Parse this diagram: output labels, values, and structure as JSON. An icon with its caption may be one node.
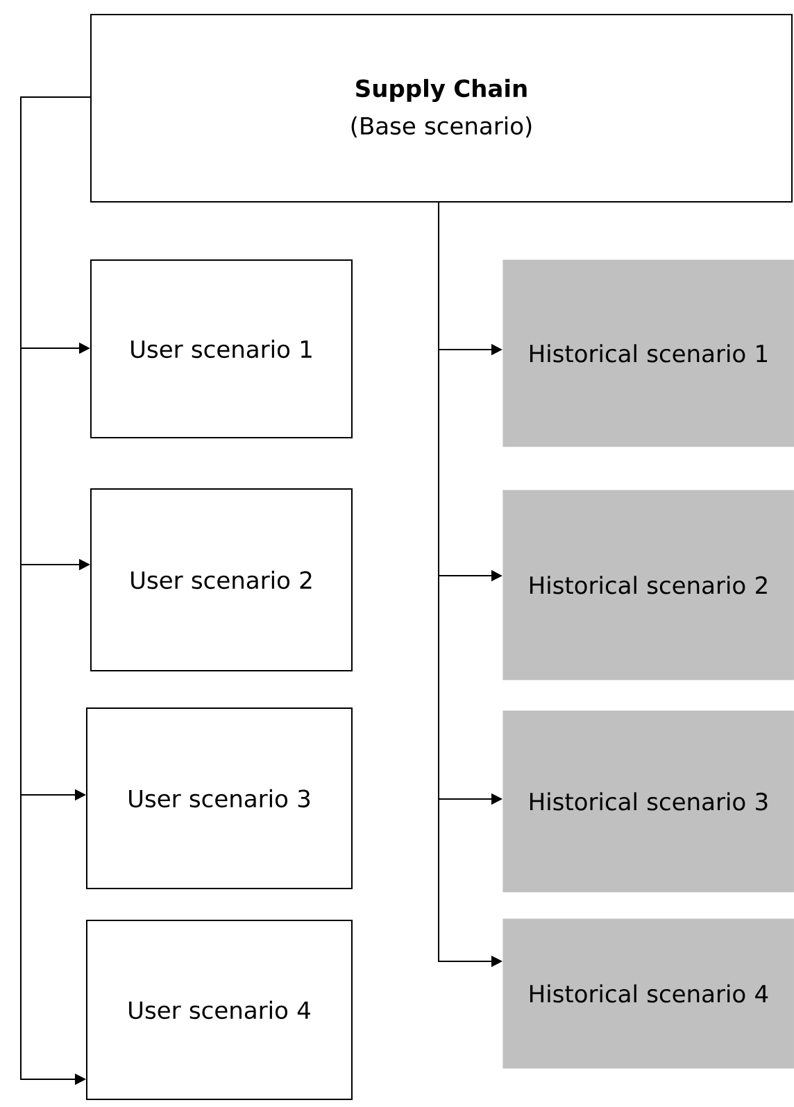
{
  "diagram": {
    "nodes": [
      {
        "text": [
          "Supply Chain",
          "(Base scenario)"
        ]
      },
      {
        "text": [
          "User scenario 1"
        ]
      },
      {
        "text": [
          "User scenario 2"
        ]
      },
      {
        "text": [
          "User scenario 3"
        ]
      },
      {
        "text": [
          "User scenario 4"
        ]
      },
      {
        "text": [
          "Historical scenario 1"
        ]
      },
      {
        "text": [
          "Historical scenario 2"
        ]
      },
      {
        "text": [
          "Historical scenario 3"
        ]
      },
      {
        "text": [
          "Historical scenario 4"
        ]
      }
    ],
    "edges": [
      {
        "from": 0,
        "to": 1,
        "arrow": "to"
      },
      {
        "from": 0,
        "to": 2,
        "arrow": "to"
      },
      {
        "from": 0,
        "to": 3,
        "arrow": "to"
      },
      {
        "from": 0,
        "to": 4,
        "arrow": "to"
      },
      {
        "from": 0,
        "to": 5,
        "arrow": "to"
      },
      {
        "from": 0,
        "to": 6,
        "arrow": "to"
      },
      {
        "from": 0,
        "to": 7,
        "arrow": "to"
      },
      {
        "from": 0,
        "to": 8,
        "arrow": "to"
      }
    ]
  }
}
